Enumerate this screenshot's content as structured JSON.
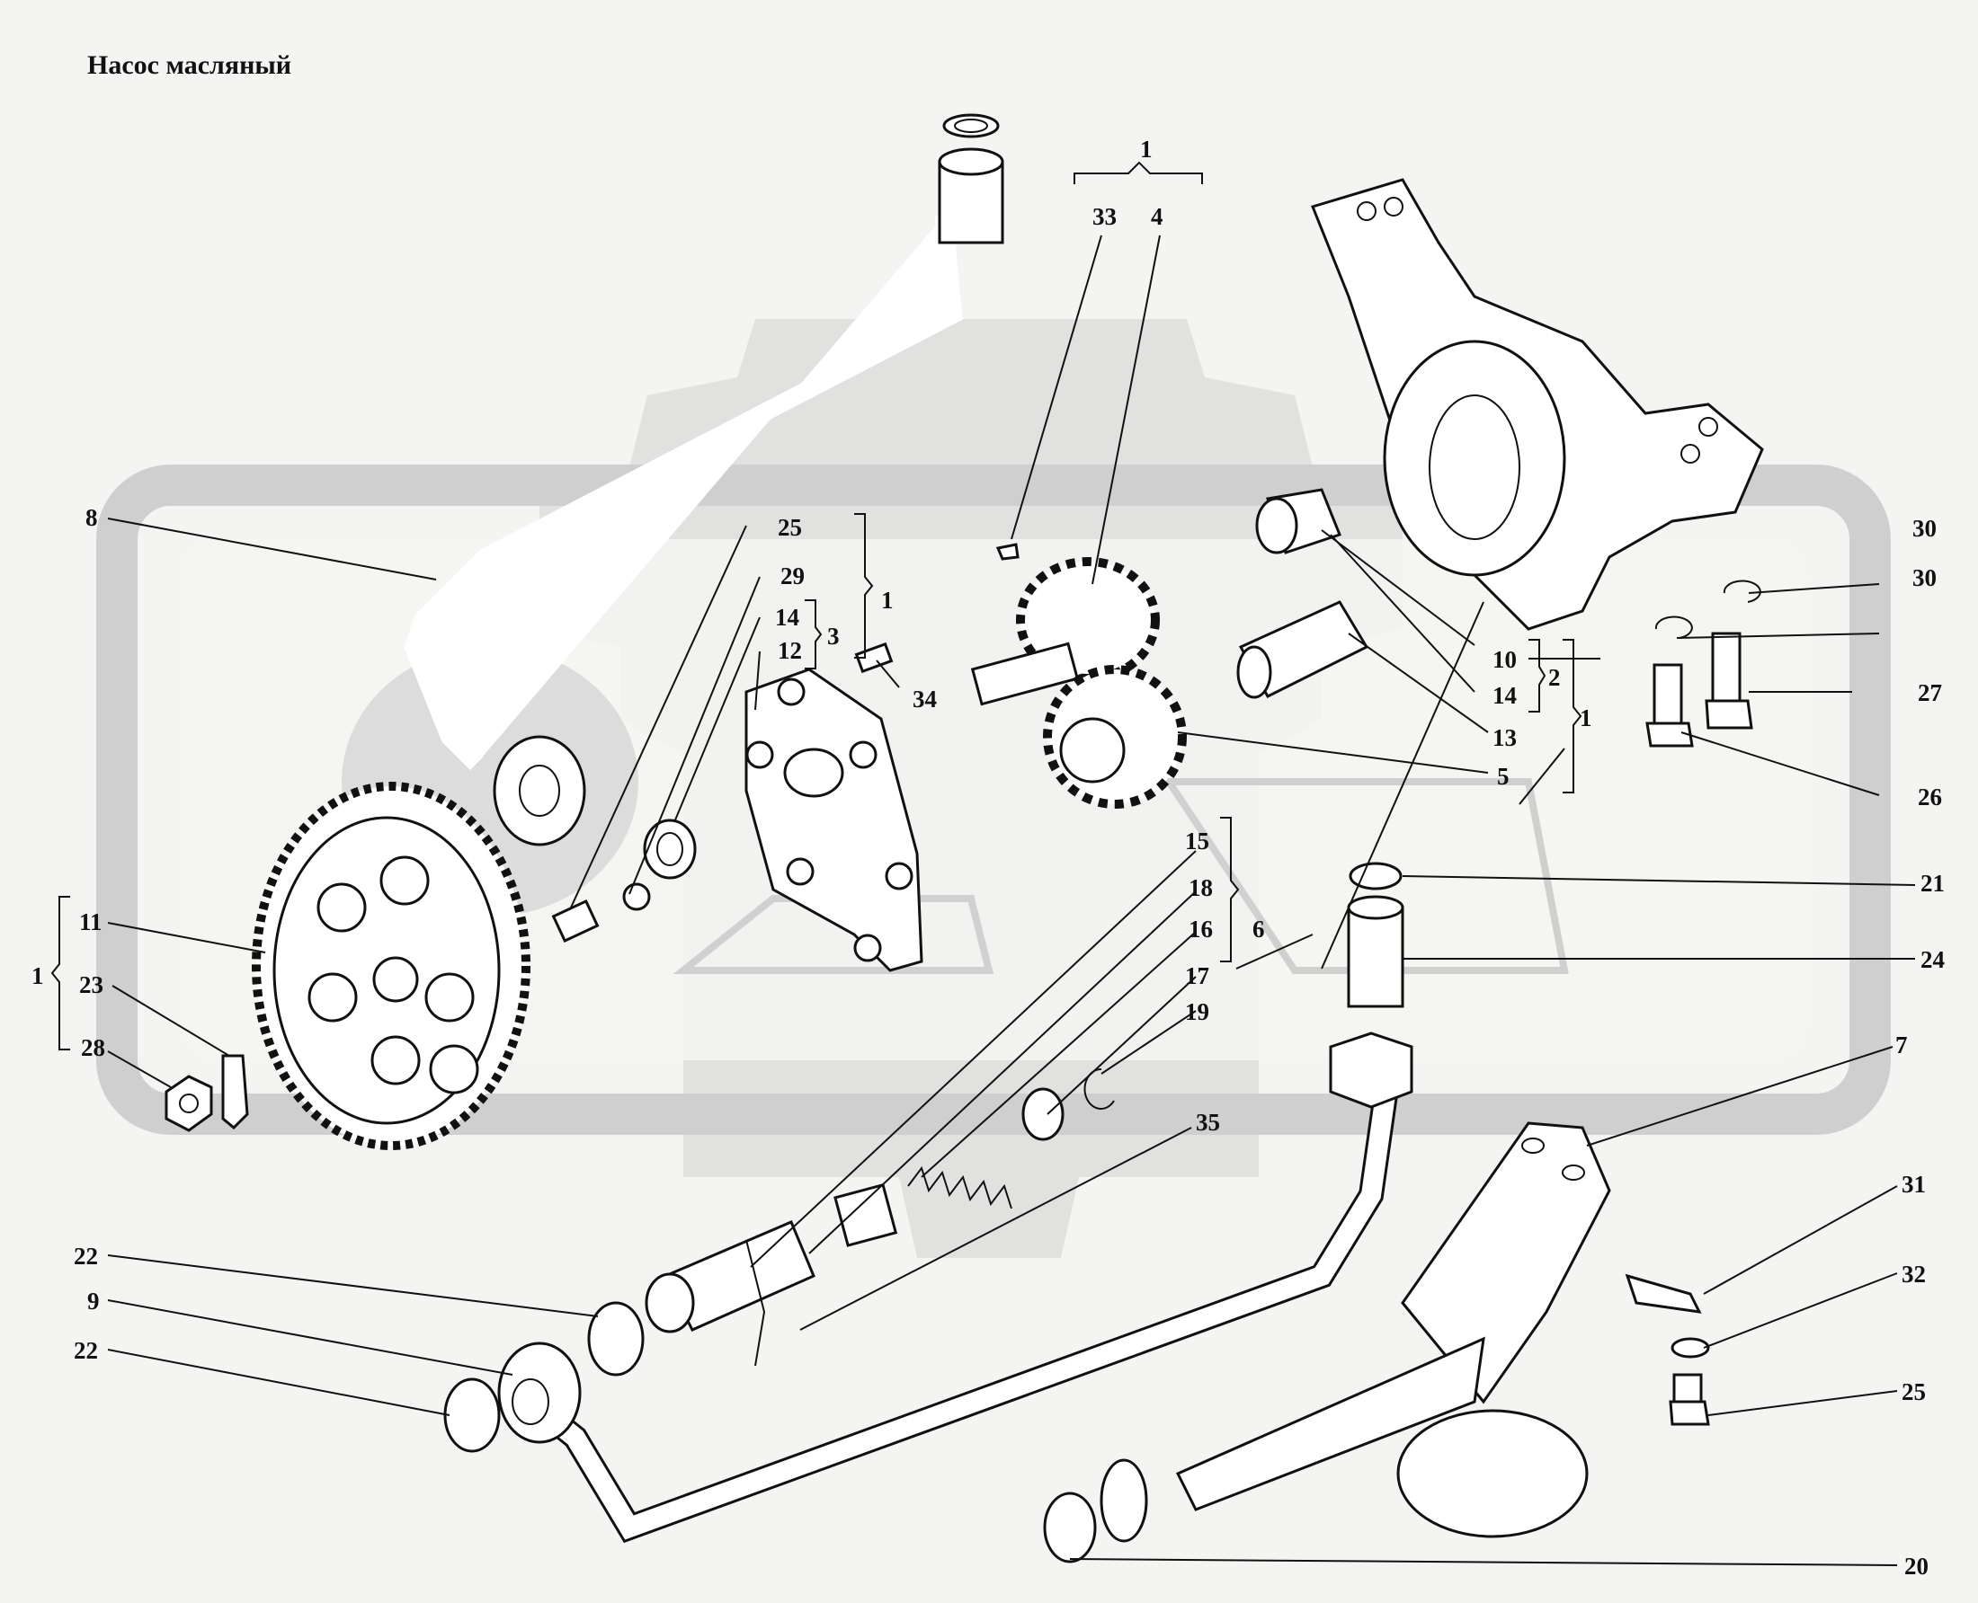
{
  "header": {
    "title": "Насос масляный"
  },
  "callouts": [
    "1",
    "33",
    "4",
    "8",
    "25",
    "29",
    "14",
    "3",
    "1",
    "12",
    "34",
    "30",
    "30",
    "10",
    "14",
    "2",
    "27",
    "13",
    "1",
    "5",
    "26",
    "15",
    "18",
    "16",
    "6",
    "17",
    "19",
    "21",
    "24",
    "11",
    "1",
    "23",
    "28",
    "7",
    "35",
    "31",
    "22",
    "9",
    "32",
    "22",
    "25",
    "20"
  ],
  "icons": [
    "watermark-logo",
    "oil-pump-exploded-view"
  ]
}
